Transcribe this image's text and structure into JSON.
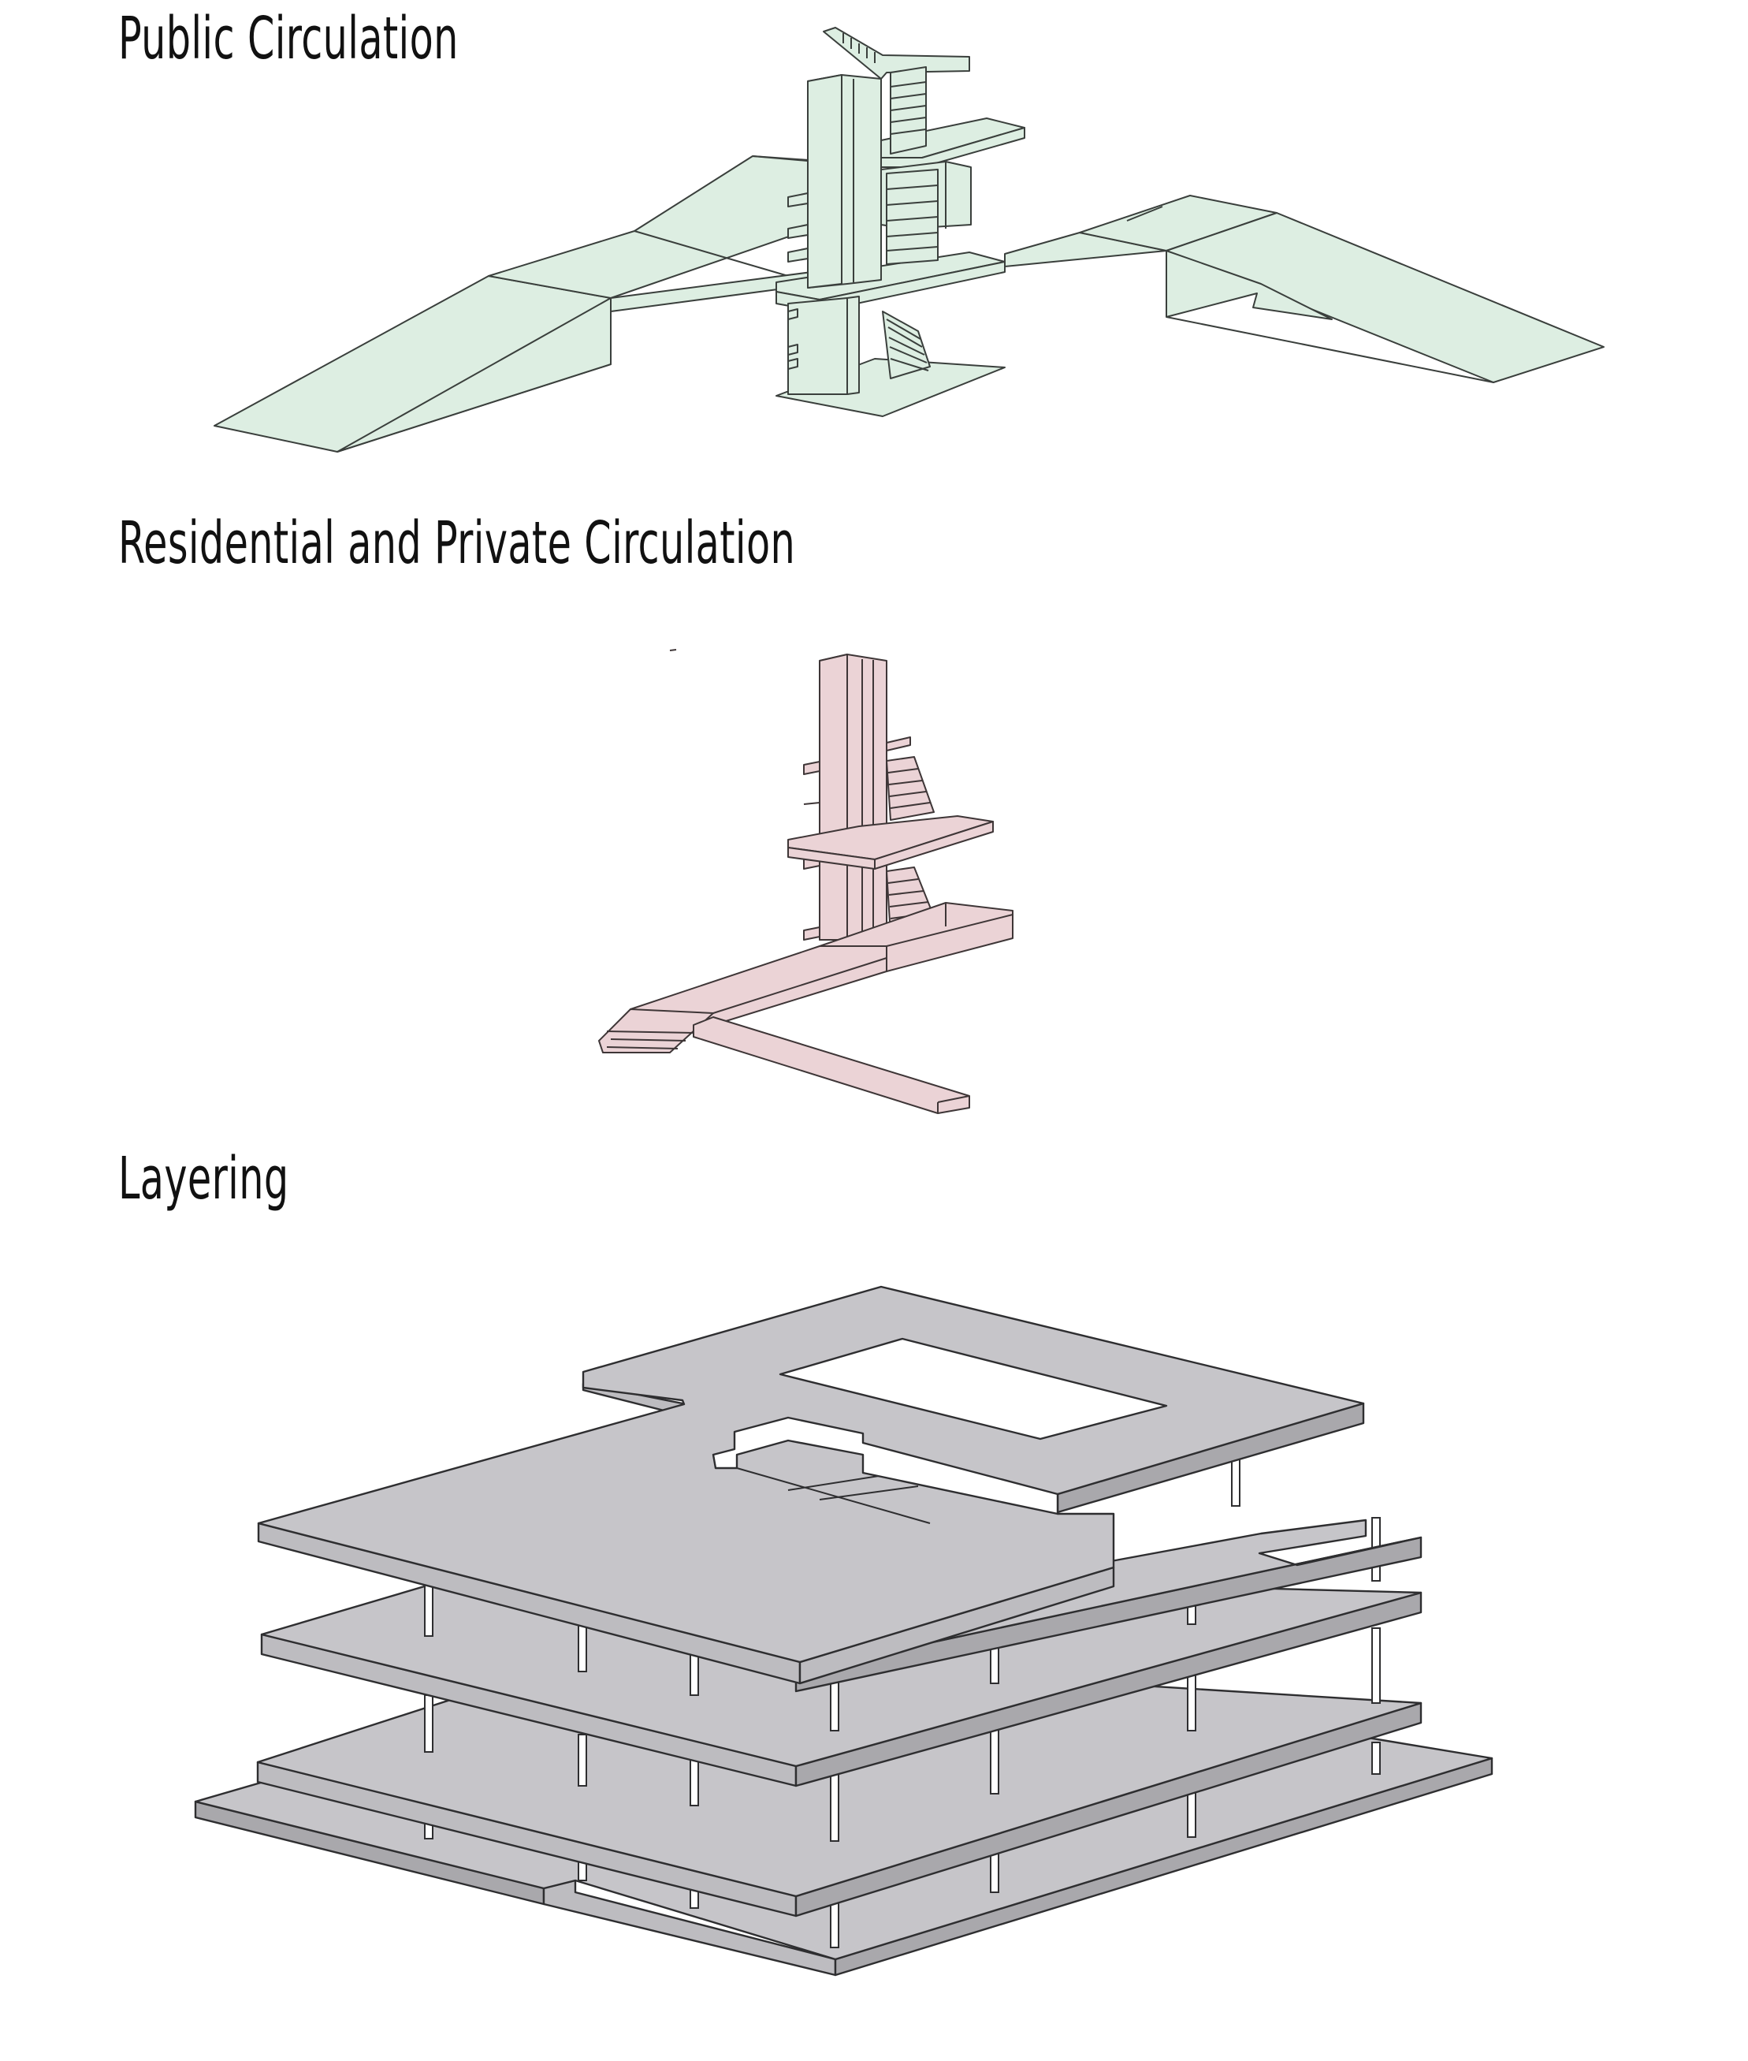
{
  "sections": {
    "public": {
      "title": "Public Circulation",
      "color": "#ddeee2"
    },
    "residential": {
      "title": "Residential and Private Circulation",
      "color": "#ebd3d6"
    },
    "layering": {
      "title": "Layering",
      "color": "#c6c5c9"
    }
  }
}
